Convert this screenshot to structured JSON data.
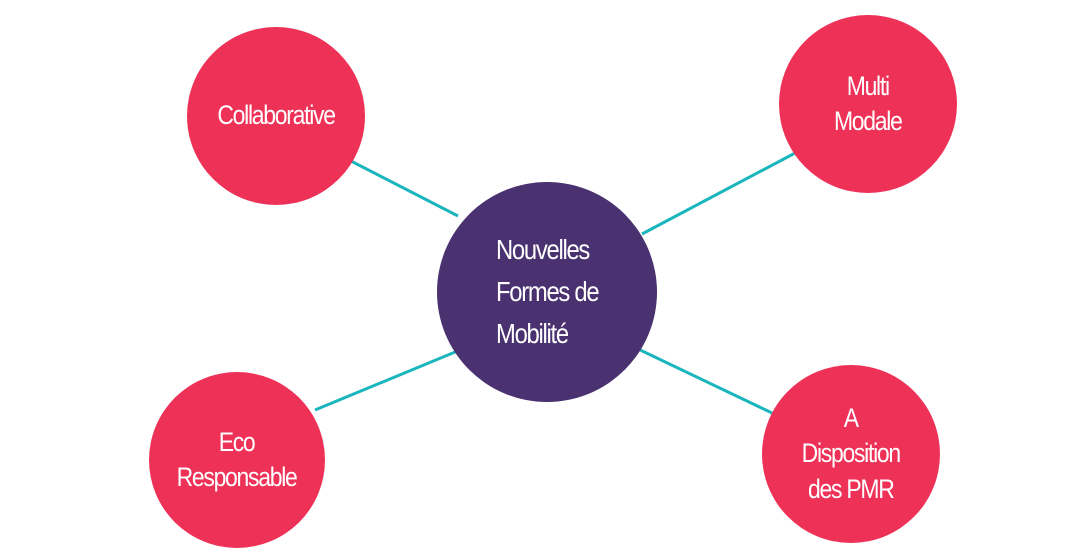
{
  "colors": {
    "center_fill": "#4a3170",
    "outer_fill": "#ee3157",
    "connector": "#1ab5bd",
    "text": "#ffffff"
  },
  "center": {
    "label": "Nouvelles\nFormes de\nMobilité"
  },
  "outer_nodes": {
    "collaborative": "Collaborative",
    "multi_modale": "Multi\nModale",
    "eco_responsable": "Eco\nResponsable",
    "a_disposition_pmr": "A\nDisposition\ndes PMR"
  }
}
